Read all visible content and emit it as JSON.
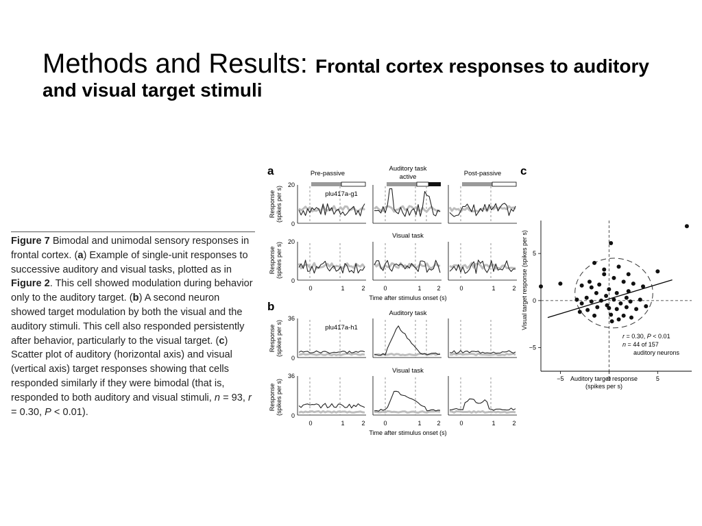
{
  "slide": {
    "title_main": "Methods and Results: ",
    "title_sub": "Frontal cortex responses to auditory and visual target stimuli"
  },
  "caption": {
    "figure_label": "Figure 7",
    "title": "Bimodal and unimodal sensory responses in frontal cortex.",
    "part_a_label": "a",
    "part_a_text_1": "Example of single-unit responses to successive auditory and visual tasks, plotted as in ",
    "part_a_ref": "Figure 2",
    "part_a_text_2": ". This cell showed modulation during behavior only to the auditory target.",
    "part_b_label": "b",
    "part_b_text": "A second neuron showed target modulation by both the visual and the auditory stimuli. This cell also responded persistently after behavior, particularly to the visual target.",
    "part_c_label": "c",
    "part_c_text": "Scatter plot of auditory (horizontal axis) and visual (vertical axis) target responses showing that cells responded similarly if they were bimodal (that is, responded to both auditory and visual stimuli, ",
    "stat_n_sym": "n",
    "stat_n_val": " = 93, ",
    "stat_r_sym": "r",
    "stat_r_val": " = 0.30, ",
    "stat_p_sym": "P",
    "stat_p_val": " < 0.01)."
  },
  "figure": {
    "panel_a_label": "a",
    "panel_b_label": "b",
    "panel_c_label": "c",
    "col_pre": "Pre-passive",
    "col_aud_1": "Auditory task",
    "col_aud_2": "active",
    "col_post": "Post-passive",
    "visual_task": "Visual task",
    "auditory_task": "Auditory task",
    "cell_a": "plu417a-g1",
    "cell_b": "plu417a-h1",
    "ylabel_1": "Response",
    "ylabel_2": "(spikes per s)",
    "ytick_a_top": "20",
    "ytick_b_top": "36",
    "ytick_zero": "0",
    "xticks": [
      "0",
      "1",
      "2"
    ],
    "xlabel": "Time after stimulus onset (s)",
    "colors": {
      "trace": "#222222",
      "band": "#bdbdbd",
      "bar_gray": "#9a9a9a",
      "bar_black": "#111111"
    }
  },
  "chart_data": {
    "type": "scatter",
    "xlabel": "Auditory target response (spikes per s)",
    "xlabel_1": "Auditory target response",
    "xlabel_2": "(spikes per s)",
    "ylabel": "Visual target response (spikes per s)",
    "xticks": [
      -5,
      0,
      5
    ],
    "yticks": [
      -5,
      0,
      5
    ],
    "xlim": [
      -7,
      8.5
    ],
    "ylim": [
      -7.5,
      8.5
    ],
    "annotation": {
      "r_line_sym": "r",
      "r_line_mid": " = 0.30, ",
      "r_line_p": "P",
      "r_line_end": " < 0.01",
      "n_line_sym": "n",
      "n_line_rest": " = 44 of 157",
      "n_line_2": "auditory neurons"
    },
    "fit_line": {
      "x": [
        -6.3,
        6.5
      ],
      "y": [
        -1.8,
        2.2
      ]
    },
    "points": [
      {
        "x": 8.0,
        "y": 7.9
      },
      {
        "x": -7.0,
        "y": 1.5
      },
      {
        "x": -5.0,
        "y": 1.8
      },
      {
        "x": 0.2,
        "y": 6.1
      },
      {
        "x": 5.0,
        "y": 3.1
      },
      {
        "x": -1.5,
        "y": 4.0
      },
      {
        "x": -0.5,
        "y": 3.3
      },
      {
        "x": 1.0,
        "y": 3.6
      },
      {
        "x": 0.5,
        "y": 2.4
      },
      {
        "x": -2.0,
        "y": 2.0
      },
      {
        "x": -2.8,
        "y": 1.6
      },
      {
        "x": -1.8,
        "y": 1.4
      },
      {
        "x": -1.0,
        "y": 1.7
      },
      {
        "x": 0.0,
        "y": 1.2
      },
      {
        "x": 1.5,
        "y": 2.0
      },
      {
        "x": 2.5,
        "y": 1.8
      },
      {
        "x": 3.5,
        "y": 1.5
      },
      {
        "x": 2.0,
        "y": 1.0
      },
      {
        "x": 0.8,
        "y": 0.8
      },
      {
        "x": -0.3,
        "y": 0.5
      },
      {
        "x": -1.3,
        "y": 0.8
      },
      {
        "x": -2.3,
        "y": 0.3
      },
      {
        "x": -3.3,
        "y": 0.1
      },
      {
        "x": -2.8,
        "y": -0.3
      },
      {
        "x": -1.8,
        "y": -0.1
      },
      {
        "x": -0.8,
        "y": 0.0
      },
      {
        "x": 0.5,
        "y": 0.1
      },
      {
        "x": 1.2,
        "y": -0.3
      },
      {
        "x": 2.2,
        "y": -0.1
      },
      {
        "x": 3.2,
        "y": 0.1
      },
      {
        "x": 3.8,
        "y": -0.6
      },
      {
        "x": 2.8,
        "y": -0.9
      },
      {
        "x": 1.8,
        "y": -0.7
      },
      {
        "x": 0.8,
        "y": -0.9
      },
      {
        "x": -0.2,
        "y": -0.5
      },
      {
        "x": -1.2,
        "y": -0.7
      },
      {
        "x": -2.2,
        "y": -1.0
      },
      {
        "x": -3.0,
        "y": -1.2
      },
      {
        "x": 0.2,
        "y": -1.5
      },
      {
        "x": 1.5,
        "y": -1.6
      },
      {
        "x": 2.3,
        "y": -1.8
      },
      {
        "x": 1.0,
        "y": -2.0
      },
      {
        "x": 0.3,
        "y": -2.2
      },
      {
        "x": -0.5,
        "y": 2.8
      },
      {
        "x": 2.0,
        "y": 2.8
      },
      {
        "x": 0.0,
        "y": -0.8
      },
      {
        "x": -1.5,
        "y": -1.6
      },
      {
        "x": 1.8,
        "y": 0.3
      }
    ]
  }
}
